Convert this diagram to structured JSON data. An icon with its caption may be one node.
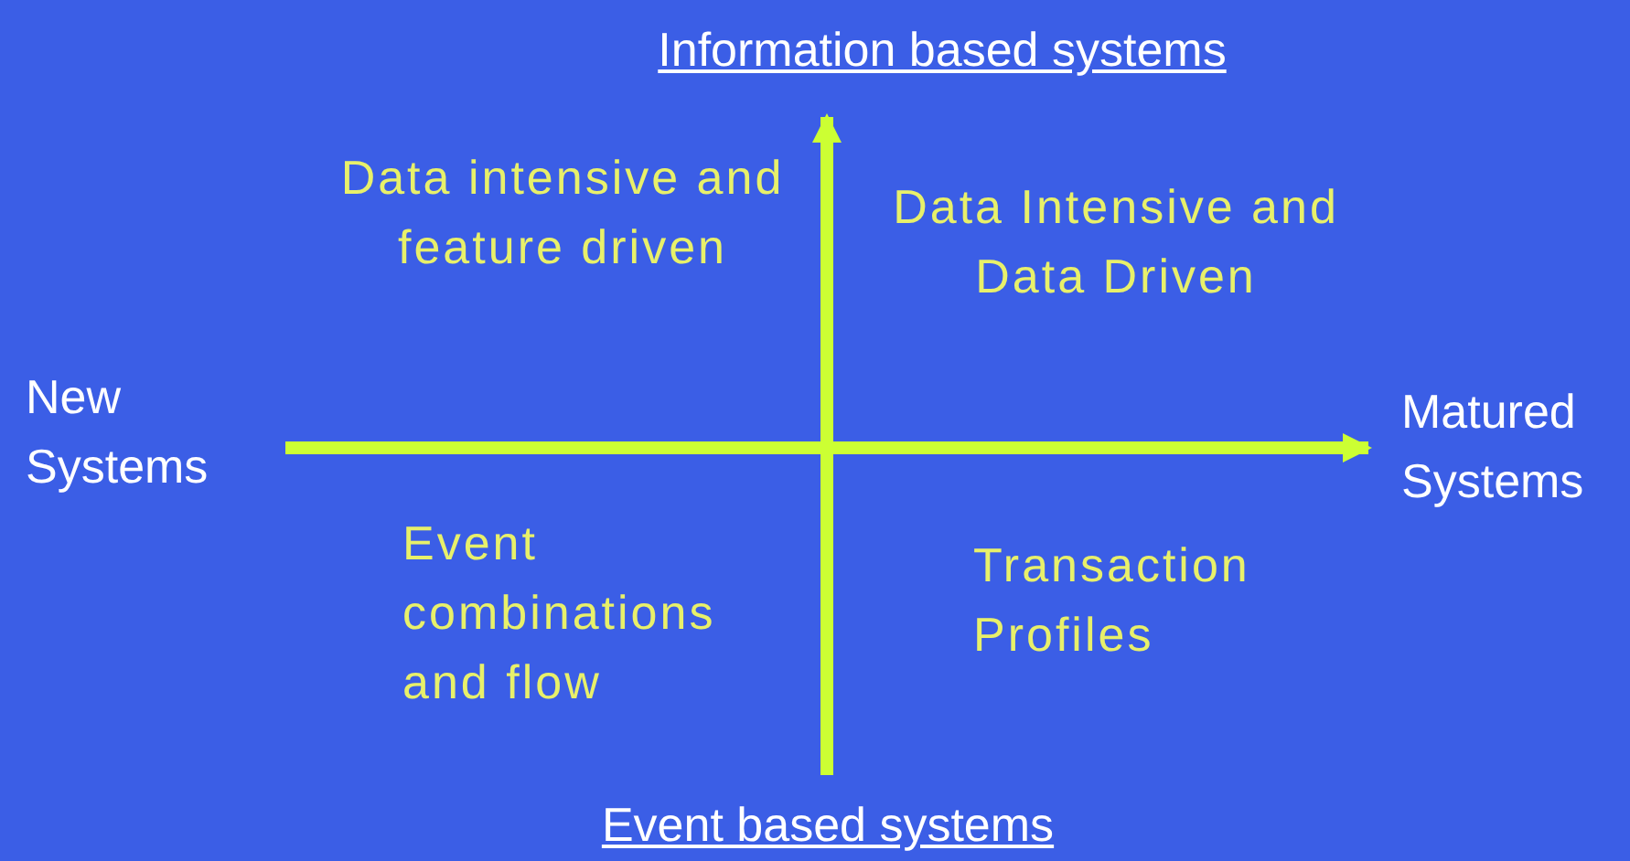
{
  "diagram": {
    "labels": [
      "Information based systems",
      "Data intensive and feature driven",
      "Data Intensive and Data Driven",
      "New Systems",
      "Matured Systems",
      "Event combinations and flow",
      "Transaction Profiles",
      "Event based systems"
    ]
  }
}
